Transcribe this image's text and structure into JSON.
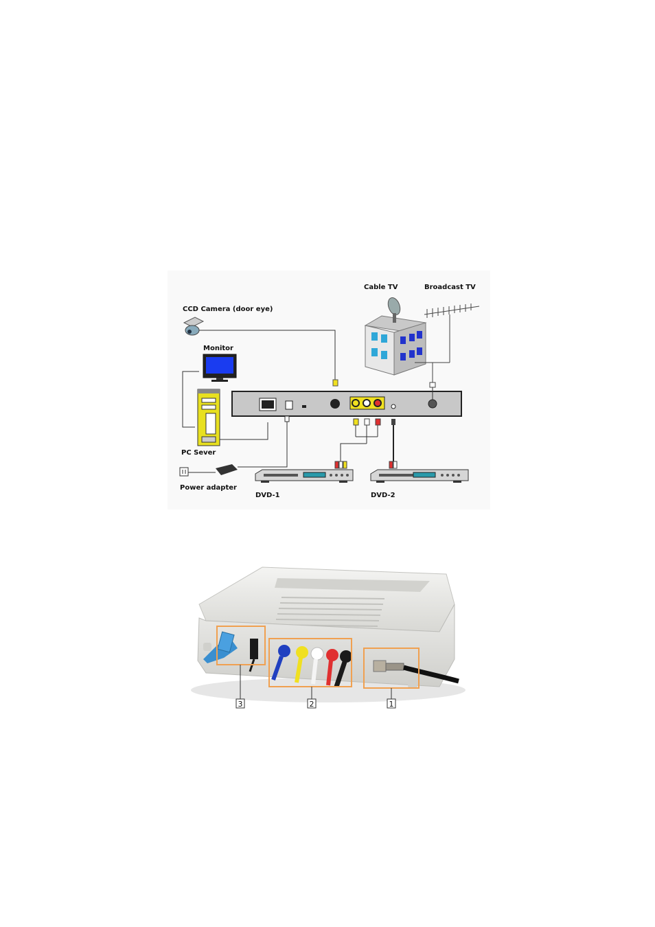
{
  "connection_diagram": {
    "labels": {
      "cable_tv": "Cable TV",
      "broadcast_tv": "Broadcast TV",
      "ccd_camera": "CCD Camera (door eye)",
      "monitor": "Monitor",
      "pc_server": "PC Sever",
      "power_adapter": "Power adapter",
      "dvd1": "DVD-1",
      "dvd2": "DVD-2"
    }
  },
  "device_photo": {
    "callouts": {
      "a": "3",
      "b": "2",
      "c": "1"
    },
    "colors": {
      "highlight": "#f0a050",
      "ethernet_cable": "#3a8fd0",
      "video_plug": "#f0e020",
      "audio_left_plug": "#ffffff",
      "audio_right_plug": "#e03030",
      "svideo_plug": "#2040c0"
    }
  }
}
